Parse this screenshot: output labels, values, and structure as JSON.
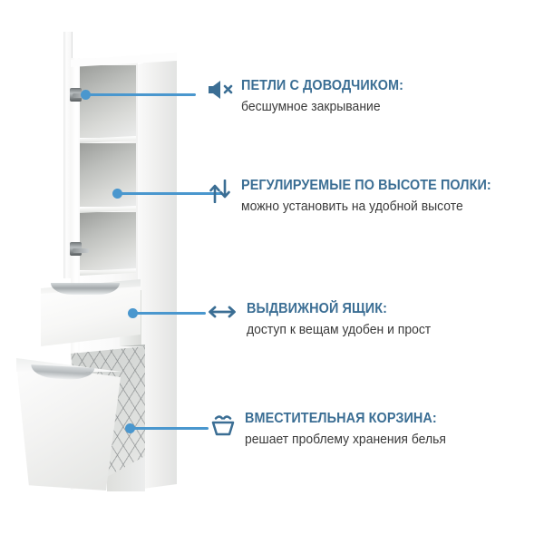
{
  "product": {
    "type": "tall-bathroom-cabinet-with-laundry-basket",
    "photo_parts": {
      "door": "open cabinet door leaf",
      "shelves": "three open shelf compartments",
      "hinges": "two soft-close hinges",
      "drawer": "pulled-out drawer",
      "basket": "tilt-out wire laundry basket"
    }
  },
  "colors": {
    "leader_line": "#4a97ce",
    "dot": "#4a97ce",
    "icon": "#3b6e94",
    "title": "#3b6e94",
    "subtitle": "#3a3a3a",
    "background": "#ffffff"
  },
  "callouts": [
    {
      "icon": "speaker-mute-icon",
      "title": "ПЕТЛИ С ДОВОДЧИКОМ:",
      "subtitle": "бесшумное закрывание"
    },
    {
      "icon": "up-down-arrows-icon",
      "title": "РЕГУЛИРУЕМЫЕ ПО ВЫСОТЕ ПОЛКИ:",
      "subtitle": "можно установить на удобной высоте"
    },
    {
      "icon": "left-right-arrow-icon",
      "title": "ВЫДВИЖНОЙ ЯЩИК:",
      "subtitle": "доступ к вещам удобен и прост"
    },
    {
      "icon": "basket-icon",
      "title": "ВМЕСТИТЕЛЬНАЯ КОРЗИНА:",
      "subtitle": "решает проблему хранения белья"
    }
  ]
}
